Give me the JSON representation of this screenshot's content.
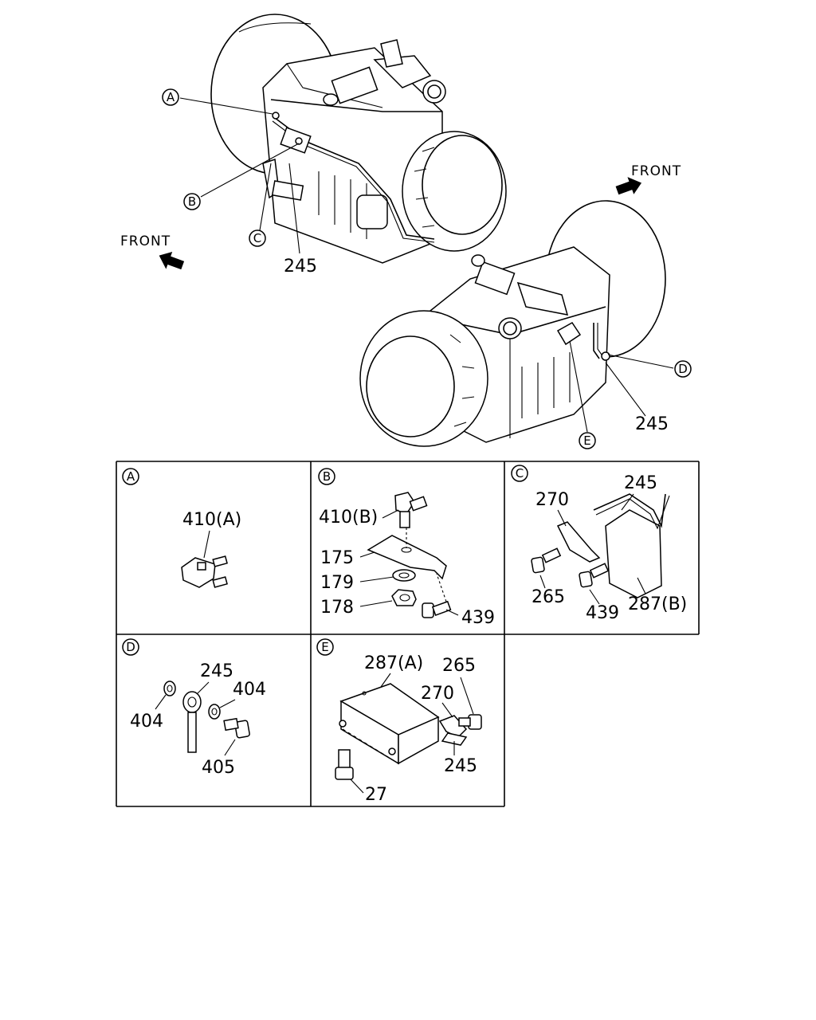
{
  "overview": {
    "top_assembly": {
      "front_label": "FRONT",
      "callouts": [
        "A",
        "B",
        "C"
      ],
      "part_label": "245"
    },
    "bottom_assembly": {
      "front_label": "FRONT",
      "callouts": [
        "D",
        "E"
      ],
      "part_label": "245"
    }
  },
  "details": {
    "A": {
      "letter": "A",
      "labels": [
        "410(A)"
      ]
    },
    "B": {
      "letter": "B",
      "labels": [
        "410(B)",
        "175",
        "179",
        "178",
        "439"
      ]
    },
    "C": {
      "letter": "C",
      "labels": [
        "270",
        "245",
        "265",
        "439",
        "287(B)"
      ]
    },
    "D": {
      "letter": "D",
      "labels": [
        "245",
        "404",
        "404",
        "405"
      ]
    },
    "E": {
      "letter": "E",
      "labels": [
        "287(A)",
        "265",
        "270",
        "245",
        "27"
      ]
    }
  }
}
